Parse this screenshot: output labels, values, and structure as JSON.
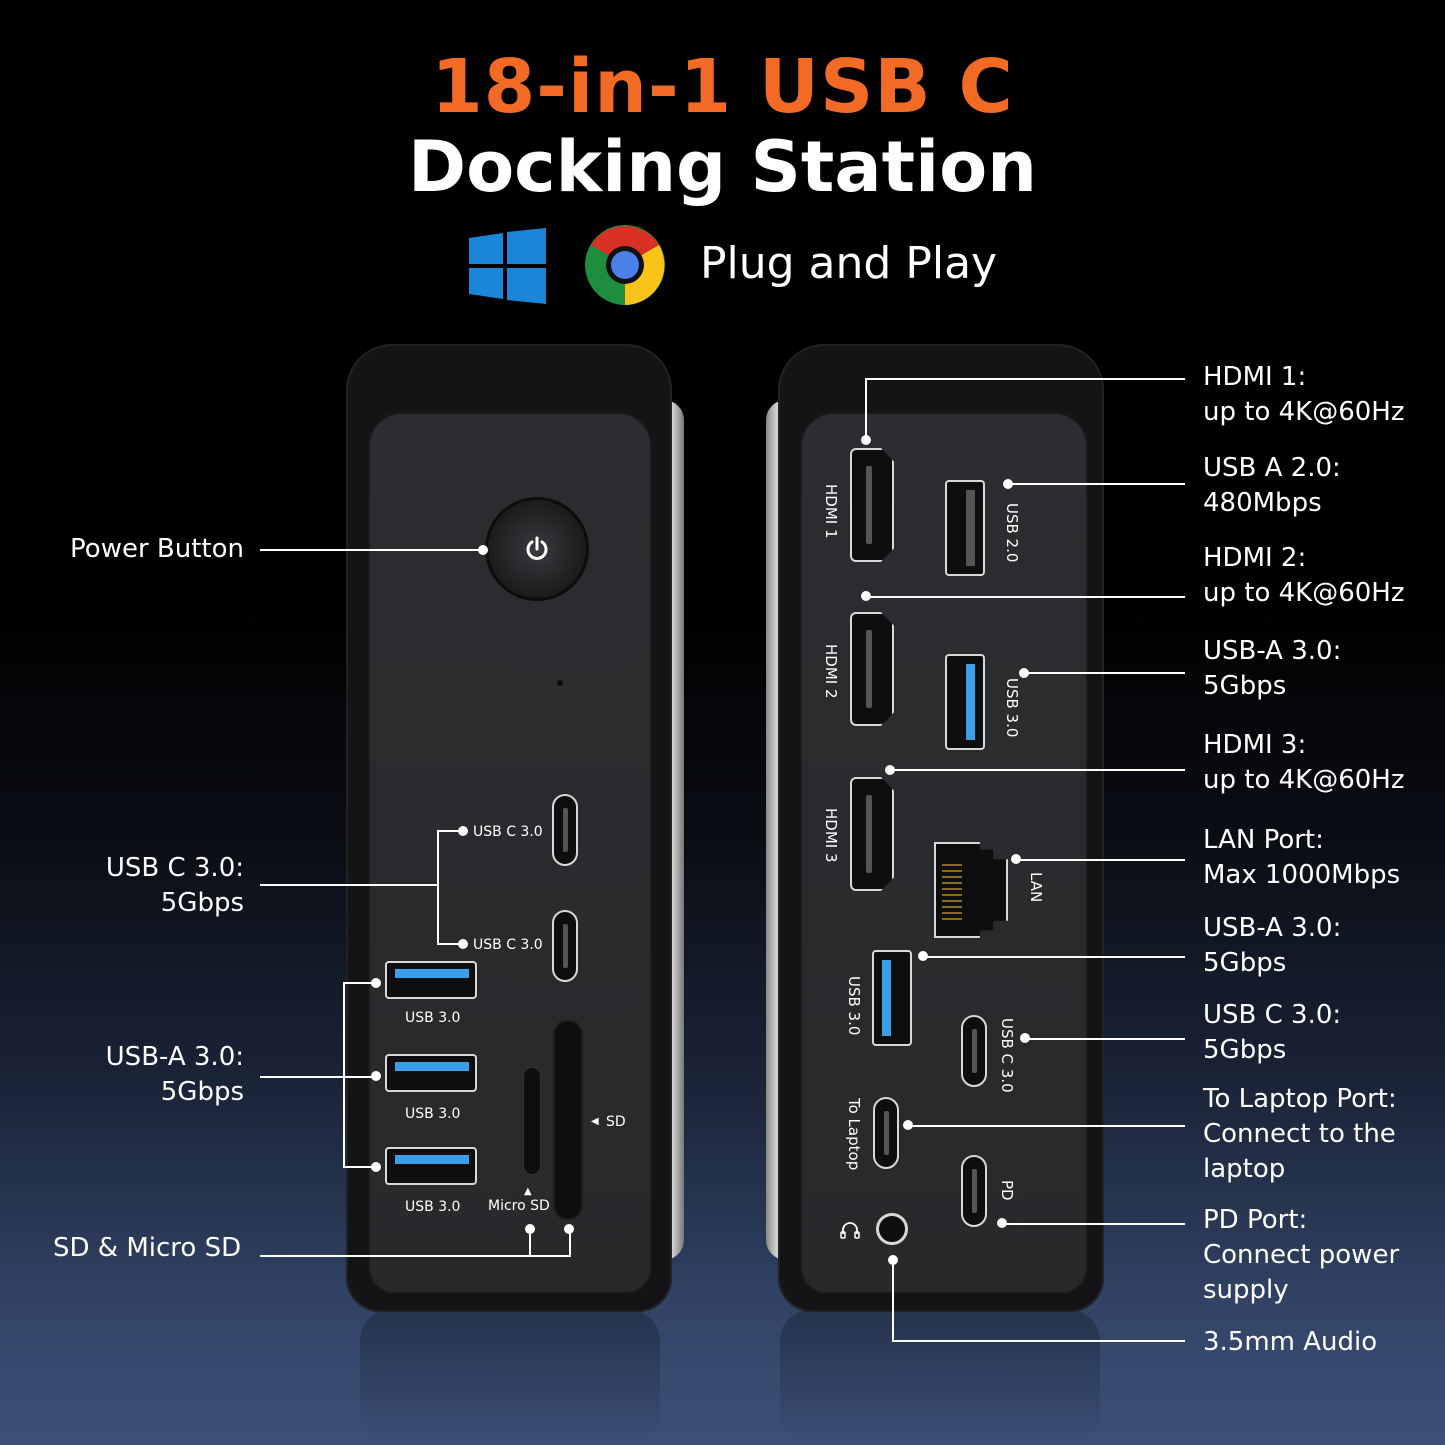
{
  "header": {
    "title_line1": "18-in-1 USB C",
    "title_line2": "Docking Station",
    "subtitle": "Plug and Play",
    "icons": [
      "windows-logo-icon",
      "chrome-logo-icon"
    ]
  },
  "colors": {
    "accent_orange": "#f26a24",
    "usb3_blue": "#3a9ee8",
    "background_top": "#000000",
    "background_bottom": "#3c5078"
  },
  "left_labels": {
    "power": "Power Button",
    "usbc_line1": "USB C 3.0:",
    "usbc_line2": "5Gbps",
    "usba_line1": "USB-A 3.0:",
    "usba_line2": "5Gbps",
    "sd": "SD & Micro SD"
  },
  "left_device": {
    "usbc_port_1": "USB C 3.0",
    "usbc_port_2": "USB C 3.0",
    "usba_port_1": "USB 3.0",
    "usba_port_2": "USB 3.0",
    "usba_port_3": "USB 3.0",
    "micro_sd": "Micro SD",
    "sd": "SD",
    "triangle_up": "▲",
    "triangle_left": "◀"
  },
  "right_device": {
    "hdmi1": "HDMI 1",
    "hdmi2": "HDMI 2",
    "hdmi3": "HDMI 3",
    "usb20": "USB 2.0",
    "usb30_top": "USB 3.0",
    "lan": "LAN",
    "usb30_bottom": "USB 3.0",
    "usbc30": "USB C 3.0",
    "to_laptop": "To Laptop",
    "pd": "PD"
  },
  "right_labels": [
    {
      "line1": "HDMI 1:",
      "line2": "up to 4K@60Hz"
    },
    {
      "line1": "USB A 2.0:",
      "line2": "480Mbps"
    },
    {
      "line1": "HDMI 2:",
      "line2": "up to 4K@60Hz"
    },
    {
      "line1": "USB-A 3.0:",
      "line2": "5Gbps"
    },
    {
      "line1": "HDMI 3:",
      "line2": "up to 4K@60Hz"
    },
    {
      "line1": "LAN Port:",
      "line2": "Max 1000Mbps"
    },
    {
      "line1": "USB-A 3.0:",
      "line2": "5Gbps"
    },
    {
      "line1": "USB C 3.0:",
      "line2": "5Gbps"
    },
    {
      "line1": "To Laptop Port:",
      "line2": "Connect to the",
      "line3": "laptop"
    },
    {
      "line1": "PD Port:",
      "line2": "Connect power",
      "line3": "supply"
    },
    {
      "line1": "3.5mm Audio"
    }
  ]
}
